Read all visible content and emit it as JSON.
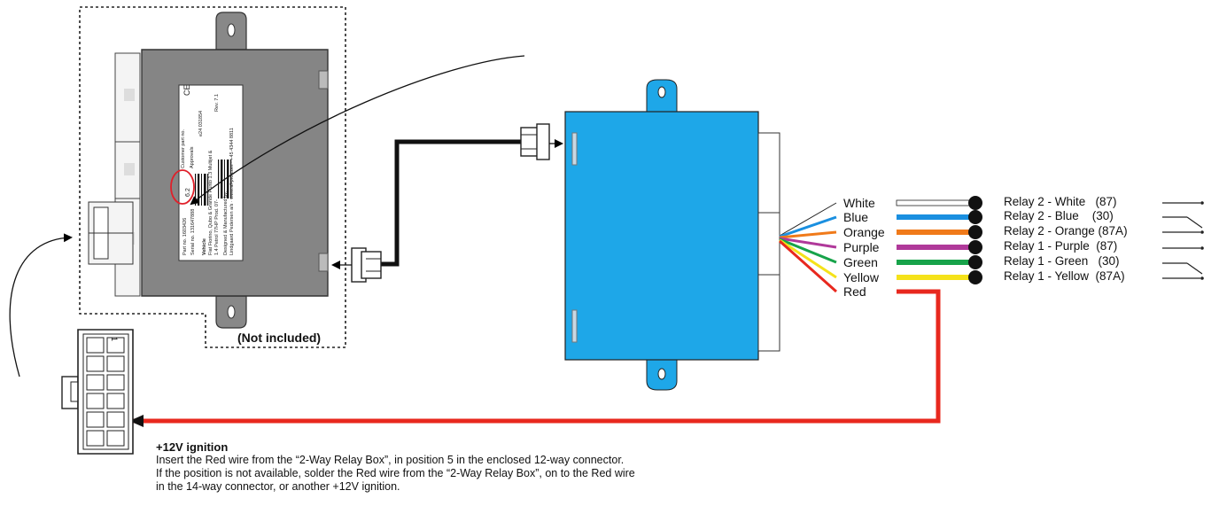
{
  "not_included_label": "(Not included)",
  "sticker": {
    "part_no": "Part no. 1603426",
    "rev": "6.2",
    "serial": "Serial no. 131647888",
    "customer_part": "Customer part no.",
    "approvals": "Approvals",
    "approval_code": "e24 031854",
    "vehicle_header": "Vehicle",
    "vehicle_line1": "Fiat Fiorino, Qubo & Grande Punto 1.3 Multijet &",
    "vehicle_line2": "1.4 Petrol 77HP Prod. 07-",
    "rev_label": "Rev. 7.1",
    "designer_line1": "Designed & Manufactured by:",
    "designer_line2": "Lindgaard Pedersen a/s · www.al-pro.com · +45 4344 8811"
  },
  "connector_pin_1": "1",
  "wires": [
    {
      "name": "White",
      "color": "#ffffff"
    },
    {
      "name": "Blue",
      "color": "#1a8fe0"
    },
    {
      "name": "Orange",
      "color": "#f07a1a"
    },
    {
      "name": "Purple",
      "color": "#b0399a"
    },
    {
      "name": "Green",
      "color": "#17a34a"
    },
    {
      "name": "Yellow",
      "color": "#f5e21a"
    },
    {
      "name": "Red",
      "color": "#e8281e"
    }
  ],
  "relay_labels": [
    "Relay 2 - White   (87)",
    "Relay 2 - Blue    (30)",
    "Relay 2 - Orange (87A)",
    "Relay 1 - Purple  (87)",
    "Relay 1 - Green   (30)",
    "Relay 1 - Yellow  (87A)"
  ],
  "colors": {
    "relay_box": "#1ea7e8",
    "control_unit": "#8a8a8a",
    "red_wire": "#e8281e"
  },
  "note": {
    "heading": "+12V ignition",
    "line1": "Insert the Red wire from the “2-Way Relay Box”, in position 5 in the enclosed 12-way connector.",
    "line2": "If the position is not available, solder the Red wire from the “2-Way Relay Box”, on to the Red wire",
    "line3": "in the 14-way connector, or another +12V ignition."
  }
}
